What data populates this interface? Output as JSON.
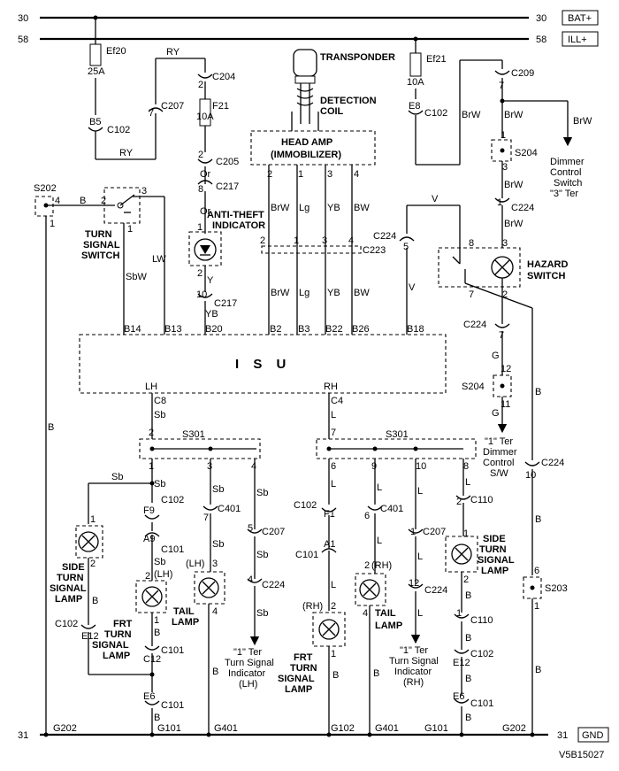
{
  "rails": {
    "bat_num": "30",
    "bat_label": "BAT+",
    "ill_num": "58",
    "ill_label": "ILL+",
    "gnd_num": "31",
    "gnd_label": "GND"
  },
  "fuses": {
    "ef20_name": "Ef20",
    "ef20_amp": "25A",
    "ef21_name": "Ef21",
    "ef21_amp": "10A",
    "f21_name": "F21",
    "f21_amp": "10A"
  },
  "components": {
    "transponder": "TRANSPONDER",
    "detection_1": "DETECTION",
    "detection_2": "COIL",
    "head_amp_1": "HEAD AMP",
    "head_amp_2": "(IMMOBILIZER)",
    "anti_theft_1": "ANTI-THEFT",
    "anti_theft_2": "INDICATOR",
    "turn_switch_1": "TURN",
    "turn_switch_2": "SIGNAL",
    "turn_switch_3": "SWITCH",
    "hazard_1": "HAZARD",
    "hazard_2": "SWITCH",
    "isu": "I S U",
    "side_lamp_1": "SIDE",
    "side_lamp_2": "TURN",
    "side_lamp_3": "SIGNAL",
    "side_lamp_4": "LAMP",
    "frt_lamp_1": "FRT",
    "frt_lamp_2": "TURN",
    "frt_lamp_3": "SIGNAL",
    "frt_lamp_4": "LAMP",
    "tail_1": "TAIL",
    "tail_2": "LAMP",
    "lh": "(LH)",
    "rh": "(RH)"
  },
  "notes": {
    "dimmer3_1": "Dimmer",
    "dimmer3_2": "Control",
    "dimmer3_3": "Switch",
    "dimmer3_4": "\"3\" Ter",
    "dimmer1_1": "\"1\" Ter",
    "dimmer1_2": "Dimmer",
    "dimmer1_3": "Control",
    "dimmer1_4": "S/W",
    "ind_1": "\"1\" Ter",
    "ind_2": "Turn Signal",
    "ind_3": "Indicator",
    "ind_lh": "(LH)",
    "ind_rh": "(RH)"
  },
  "connectors": {
    "c102": "C102",
    "c204": "C204",
    "c207": "C207",
    "c205": "C205",
    "c217": "C217",
    "c209": "C209",
    "c224": "C224",
    "c223": "C223",
    "c401": "C401",
    "c101": "C101",
    "c110": "C110",
    "s202": "S202",
    "s204": "S204",
    "s301": "S301",
    "s203": "S203"
  },
  "pins": {
    "b5": "B5",
    "e8": "E8",
    "b14": "B14",
    "b13": "B13",
    "b20": "B20",
    "b2": "B2",
    "b3": "B3",
    "b22": "B22",
    "b26": "B26",
    "b18": "B18",
    "c8": "C8",
    "c4": "C4",
    "f9": "F9",
    "a9": "A9",
    "f1": "F1",
    "a1": "A1",
    "e12": "E12",
    "c12": "C12",
    "e6": "E6",
    "lh": "LH",
    "rh": "RH"
  },
  "wires": {
    "ry": "RY",
    "or": "Or",
    "brw": "BrW",
    "lg": "Lg",
    "yb": "YB",
    "bw": "BW",
    "b": "B",
    "sbw": "SbW",
    "lw": "LW",
    "y": "Y",
    "v": "V",
    "g": "G",
    "sb": "Sb",
    "l": "L"
  },
  "grounds": {
    "g202": "G202",
    "g101": "G101",
    "g401": "G401",
    "g102": "G102"
  },
  "doc_code": "V5B15027"
}
